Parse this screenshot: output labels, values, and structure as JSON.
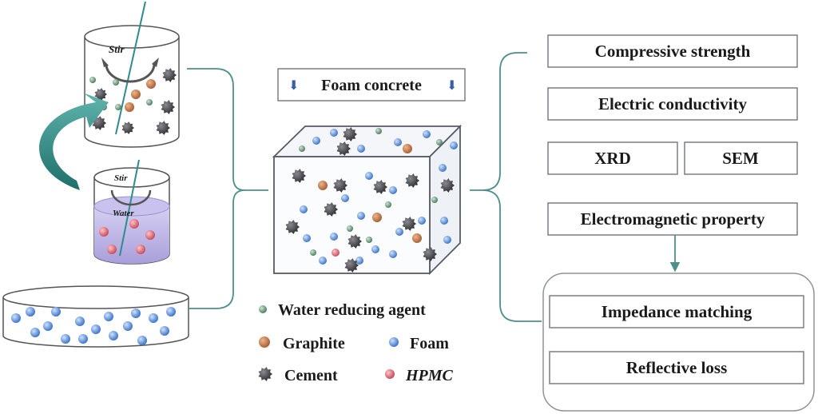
{
  "left": {
    "stir_top": "Stir",
    "stir_small": "Stir",
    "water_label": "Water"
  },
  "center": {
    "title": "Foam concrete",
    "legend": {
      "water_reducing": "Water reducing agent",
      "graphite": "Graphite",
      "foam": "Foam",
      "cement": "Cement",
      "hpmc": "HPMC"
    }
  },
  "right": {
    "compressive": "Compressive strength",
    "electric": "Electric conductivity",
    "xrd": "XRD",
    "sem": "SEM",
    "electromagnetic": "Electromagnetic property",
    "impedance": "Impedance matching",
    "reflective": "Reflective loss"
  },
  "colors": {
    "cement": "#4a4a4f",
    "graphite": "#c07a4e",
    "foam": "#5b8fd6",
    "water_reducing": "#6f9a7f",
    "hpmc": "#d9707a",
    "connector": "#4f8f8a",
    "arrow": "#3d8c88",
    "water": "#b9b2e3"
  }
}
